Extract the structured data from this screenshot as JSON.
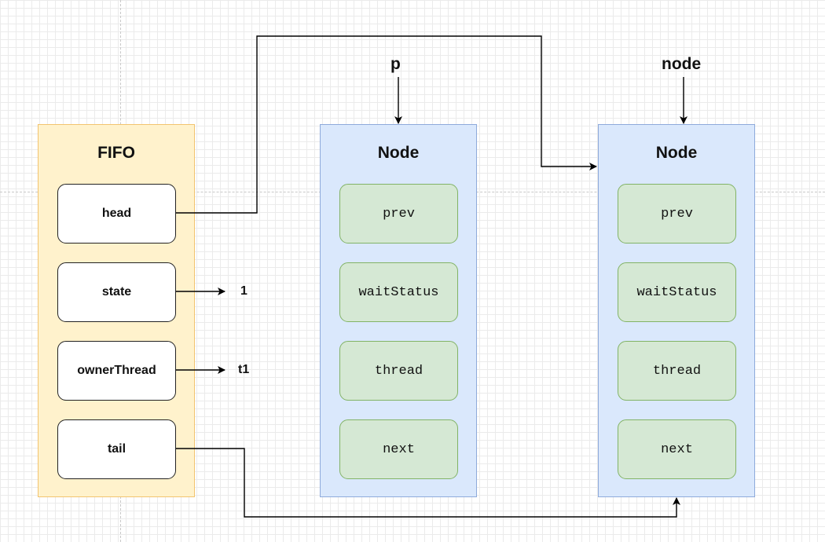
{
  "fifo": {
    "title": "FIFO",
    "fields": [
      "head",
      "state",
      "ownerThread",
      "tail"
    ]
  },
  "node_p": {
    "pointer_label": "p",
    "title": "Node",
    "fields": [
      "prev",
      "waitStatus",
      "thread",
      "next"
    ]
  },
  "node_node": {
    "pointer_label": "node",
    "title": "Node",
    "fields": [
      "prev",
      "waitStatus",
      "thread",
      "next"
    ]
  },
  "values": {
    "state": "1",
    "owner_thread": "t1"
  },
  "colors": {
    "fifo_fill": "#fff2cc",
    "fifo_border": "#f2c46f",
    "node_fill": "#dae8fc",
    "node_border": "#8eaadb",
    "field_fill": "#d5e8d4",
    "field_border": "#82b366",
    "edge": "#000000"
  }
}
